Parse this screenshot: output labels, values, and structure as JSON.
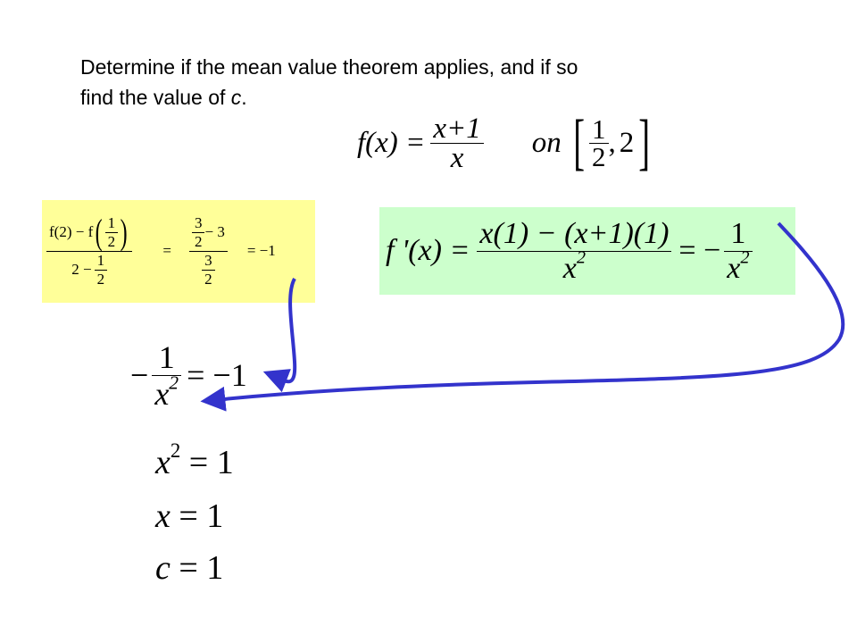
{
  "prompt": {
    "line1": "Determine if the mean value theorem applies, and if so",
    "line2_prefix": "find the value of ",
    "line2_var": "c",
    "line2_suffix": "."
  },
  "given": {
    "lhs": "f(x) =",
    "numerator": "x+1",
    "denominator": "x",
    "on": "on",
    "interval_lo_num": "1",
    "interval_lo_den": "2",
    "interval_sep": ",",
    "interval_hi": "2"
  },
  "slope": {
    "num_left": "f(2) − f",
    "num_paren_num": "1",
    "num_paren_den": "2",
    "den_left": "2 −",
    "den_frac_num": "1",
    "den_frac_den": "2",
    "eq": "=",
    "mid_a_num": "3",
    "mid_a_den": "2",
    "mid_minus": "− 3",
    "mid_b_num": "3",
    "mid_b_den": "2",
    "result": "= −1"
  },
  "derivative": {
    "lhs": "f '(x) =",
    "numerator": "x(1) − (x+1)(1)",
    "den_base": "x",
    "den_exp": "2",
    "eq_neg": "= −",
    "rhs_num": "1",
    "rhs_den_base": "x",
    "rhs_den_exp": "2"
  },
  "solve": {
    "neg": "−",
    "num": "1",
    "den_base": "x",
    "den_exp": "2",
    "rhs": "= −1"
  },
  "steps": [
    {
      "base": "x",
      "exp": "2",
      "rest": " = 1"
    },
    {
      "base": "x",
      "exp": "",
      "rest": " = 1"
    },
    {
      "base": "c",
      "exp": "",
      "rest": " = 1"
    }
  ],
  "colors": {
    "arrow": "#3333cc",
    "slope_box": "#ffff99",
    "derivative_box": "#ccffcc"
  }
}
